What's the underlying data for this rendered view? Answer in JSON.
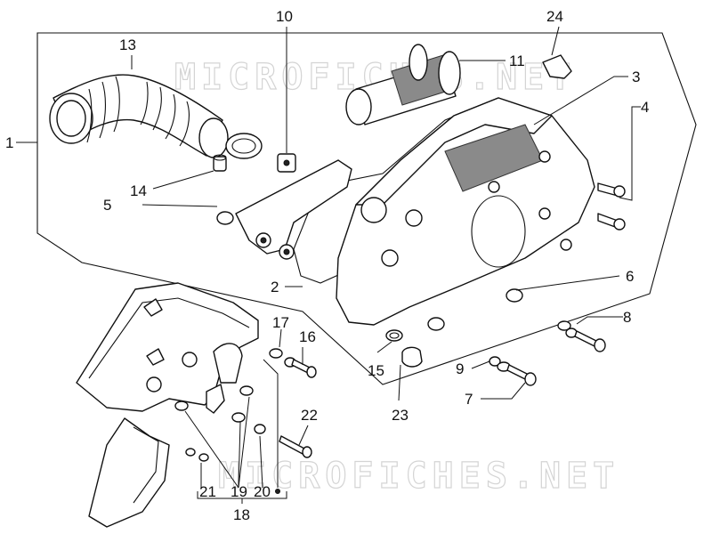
{
  "watermarks": [
    "MICROFICHES.NET",
    "MICROFICHES.NET"
  ],
  "callouts": [
    "1",
    "2",
    "3",
    "4",
    "5",
    "6",
    "7",
    "8",
    "9",
    "10",
    "11",
    "13",
    "14",
    "15",
    "16",
    "17",
    "18",
    "19",
    "19",
    "20",
    "21",
    "22",
    "23",
    "24"
  ]
}
